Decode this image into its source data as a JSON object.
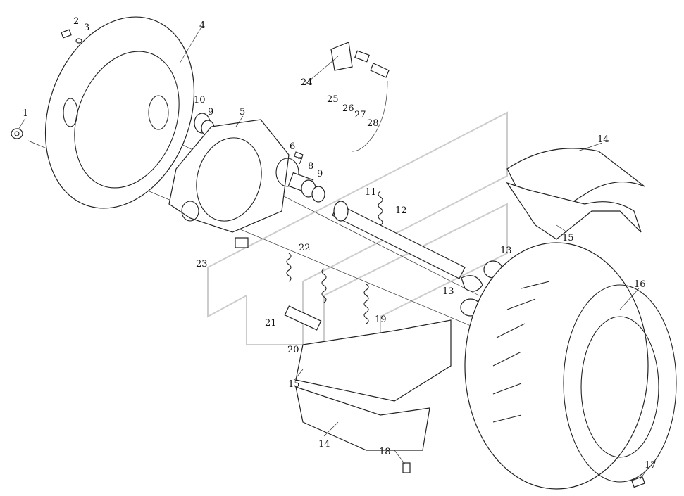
{
  "diagram": {
    "type": "exploded-parts-view",
    "callouts": [
      "1",
      "2",
      "3",
      "4",
      "5",
      "6",
      "7",
      "8",
      "9",
      "9",
      "10",
      "11",
      "12",
      "13",
      "13",
      "14",
      "14",
      "15",
      "15",
      "16",
      "17",
      "18",
      "19",
      "20",
      "21",
      "22",
      "23",
      "24",
      "25",
      "26",
      "27",
      "28"
    ]
  }
}
